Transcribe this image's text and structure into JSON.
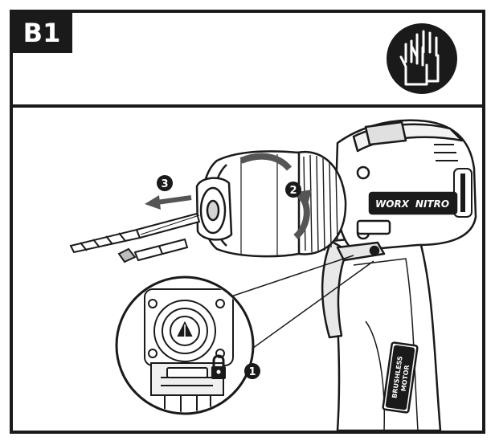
{
  "panel": {
    "label": "B1",
    "icon": "protective-gloves-icon",
    "colors": {
      "ink": "#1a1a1a",
      "paper": "#ffffff",
      "shade": "#9a9a9a"
    }
  },
  "tool": {
    "brand_left": "WORX",
    "brand_right": "NITRO",
    "badge_line1": "BRUSHLESS",
    "badge_line2": "MOTOR"
  },
  "steps": [
    {
      "number": "1",
      "icon": "padlock-icon"
    },
    {
      "number": "2",
      "icon": "curved-arrow-icon"
    },
    {
      "number": "3",
      "icon": "straight-arrow-icon"
    }
  ]
}
